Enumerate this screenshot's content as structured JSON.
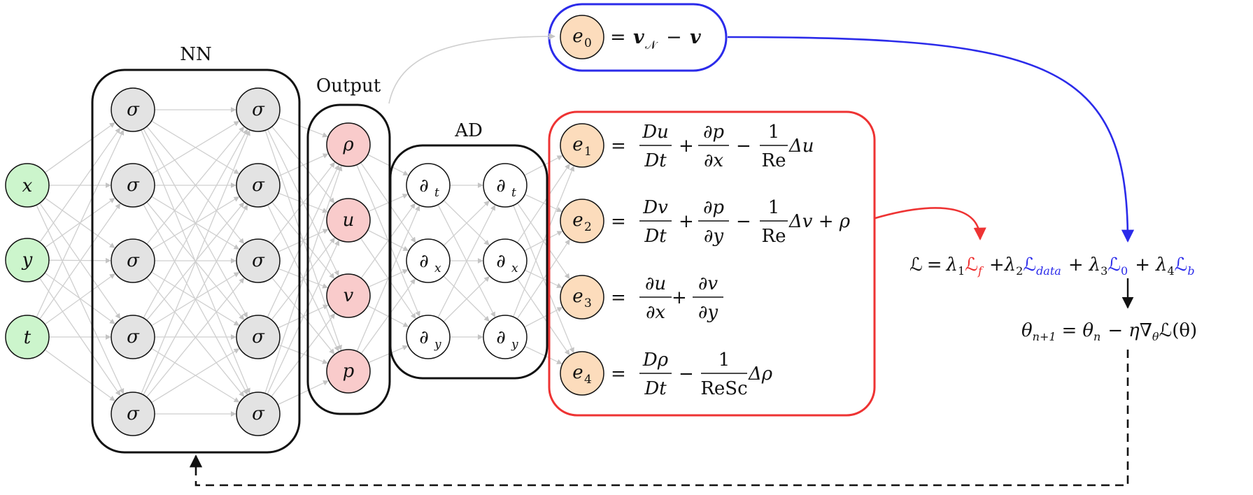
{
  "labels": {
    "nn": "NN",
    "output": "Output",
    "ad": "AD"
  },
  "inputs": [
    "x",
    "y",
    "t"
  ],
  "hidden_symbol": "σ",
  "outputs": [
    "ρ",
    "u",
    "v",
    "p"
  ],
  "ad_ops": [
    {
      "main": "∂",
      "sub": "t"
    },
    {
      "main": "∂",
      "sub": "x"
    },
    {
      "main": "∂",
      "sub": "y"
    }
  ],
  "residuals": [
    {
      "main": "e",
      "sub": "1"
    },
    {
      "main": "e",
      "sub": "2"
    },
    {
      "main": "e",
      "sub": "3"
    },
    {
      "main": "e",
      "sub": "4"
    }
  ],
  "data_residual": {
    "main": "e",
    "sub": "0"
  },
  "equations": {
    "e0": {
      "eq": "=",
      "lhs": "v",
      "lhs_sub": "𝒩",
      "minus": "−",
      "rhs": "v"
    },
    "e1": {
      "eq": "=",
      "n1": "Du",
      "d1": "Dt",
      "plus": "+",
      "n2": "∂p",
      "d2": "∂x",
      "minus": "−",
      "n3": "1",
      "d3": "Re",
      "tail": "Δu"
    },
    "e2": {
      "eq": "=",
      "n1": "Dv",
      "d1": "Dt",
      "plus": "+",
      "n2": "∂p",
      "d2": "∂y",
      "minus": "−",
      "n3": "1",
      "d3": "Re",
      "tail": "Δv + ρ"
    },
    "e3": {
      "eq": "=",
      "n1": "∂u",
      "d1": "∂x",
      "plus": "+",
      "n2": "∂v",
      "d2": "∂y"
    },
    "e4": {
      "eq": "=",
      "n1": "Dρ",
      "d1": "Dt",
      "minus": "−",
      "n2": "1",
      "d2": "ReSc",
      "tail": "Δρ"
    }
  },
  "loss": {
    "L": "ℒ",
    "eq": "=",
    "l1": "λ",
    "l1s": "1",
    "Lf": "ℒ",
    "Lfs": "f",
    "plus": "+",
    "l2": "λ",
    "l2s": "2",
    "Ld": "ℒ",
    "Lds": "data",
    "l3": "λ",
    "l3s": "3",
    "L0": "ℒ",
    "L0s": "0",
    "l4": "λ",
    "l4s": "4",
    "Lb": "ℒ",
    "Lbs": "b"
  },
  "update": {
    "theta": "θ",
    "sub1": "n+1",
    "eq": "=",
    "theta2": "θ",
    "sub2": "n",
    "minus": "−",
    "eta": "η",
    "nabla": "∇",
    "nsub": "θ",
    "tail": "ℒ(θ)"
  },
  "colors": {
    "input_fill": "#ccf5cc",
    "hidden_fill": "#e3e3e3",
    "output_fill": "#f9cbcb",
    "ad_fill": "#ffffff",
    "residual_fill": "#fcdcbc",
    "red_box": "#ee3333",
    "blue_box": "#2b2bea",
    "connection": "#cfcfcf"
  }
}
